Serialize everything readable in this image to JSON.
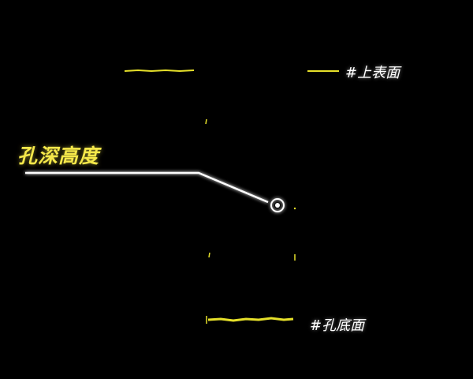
{
  "diagram": {
    "title_label": "孔深高度",
    "top_surface_label": "#上表面",
    "bottom_surface_label": "#孔底面"
  },
  "colors": {
    "background": "#000000",
    "label_yellow": "#f5e84a",
    "surface_line_yellow": "#e6e02a",
    "measure_line_white": "#ffffff"
  }
}
